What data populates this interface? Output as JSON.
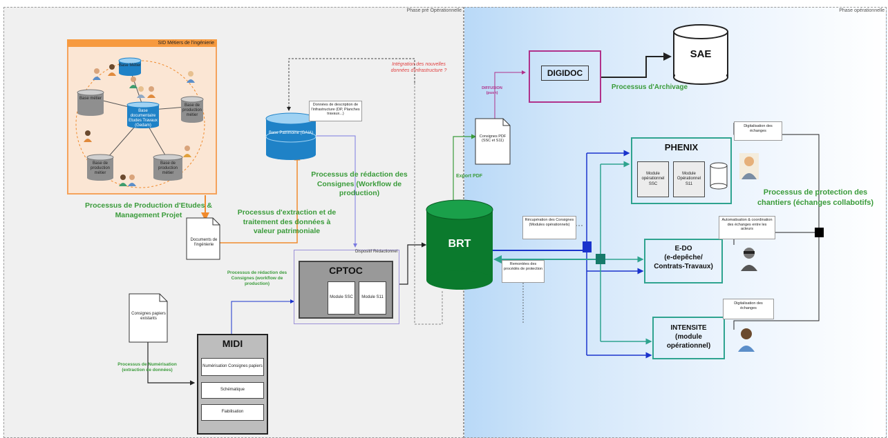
{
  "phases": {
    "pre": "Phase pré Opérationnelle",
    "oper": "Phase opérationnelle"
  },
  "sid": {
    "title": "SID Métiers de l'ingénierie",
    "nodes": {
      "base_metier": "Base Métier",
      "base_metier_left": "Base métier",
      "central": "Base documentaire Etudes Travaux (Gedam)",
      "prod_right": "Base de production métier",
      "prod_bl": "Base de production métier",
      "prod_br": "Base de production métier"
    },
    "process": "Processus de Production d'Etudes & Management Projet"
  },
  "documents_ingenierie": "Documents de l'ingénierie",
  "extraction_process": "Processus d'extraction et de traitement des données à valeur patrimoniale",
  "base_patrimoine": "Base Patrimoine (GAIA)",
  "note_donnees_description": "Données de description de l'infrastructure (DP, Planches travaux...)",
  "integration_note": "Intégration des nouvelles données d'infrastructure ?",
  "redaction_process_big": "Processus de rédaction des Consignes (Workflow de production)",
  "redaction_process_small": "Processus de rédaction des Consignes (workflow de production)",
  "dispositif": {
    "title": "Dispositif Rédactionnel",
    "cptoc": "CPTOC",
    "module_ssc": "Module SSC",
    "module_s11": "Module S11"
  },
  "consignes_existantes": "Consignes papiers existants",
  "numerisation_process": "Processus de Numérisation (extraction de données)",
  "midi": {
    "title": "MIDI",
    "items": [
      "Numérisation Consignes papiers",
      "Schématique",
      "Fiabilisation"
    ]
  },
  "brt": "BRT",
  "export_pdf": "Export PDF",
  "consignes_pdf": "Consignes PDF (SSC et S11)",
  "diffusion": "DIFFUSION (push)",
  "digidoc": "DIGIDOC",
  "sae": "SAE",
  "archivage": "Processus d'Archivage",
  "recuperation_note": "Récupération des Consignes (Modules opérationnels)",
  "remontees_note": "Remontées des procédés de protection",
  "phenix": {
    "title": "PHENIX",
    "module_ssc": "Module opérationnel SSC",
    "module_s11": "Module Opérationnel S11"
  },
  "edo": {
    "line1": "E-DO",
    "line2": "(e-depêche/",
    "line3": "Contrats-Travaux)"
  },
  "intensite": {
    "line1": "INTENSITE",
    "line2": "(module",
    "line3": "opérationnel)"
  },
  "protection_process": "Processus de protection des chantiers (échanges collabotifs)",
  "notes_right": {
    "digit1": "Digitalisation des échanges",
    "automat": "Automatisation & coordination des échanges entre les acteurs",
    "digit2": "Digitalisation des échanges"
  },
  "colors": {
    "orange": "#f5a25b",
    "green": "#3a9b3a",
    "teal": "#2ea38f",
    "blue": "#1a33cc",
    "magenta": "#b0318a",
    "brt_green": "#0b7a2d"
  }
}
